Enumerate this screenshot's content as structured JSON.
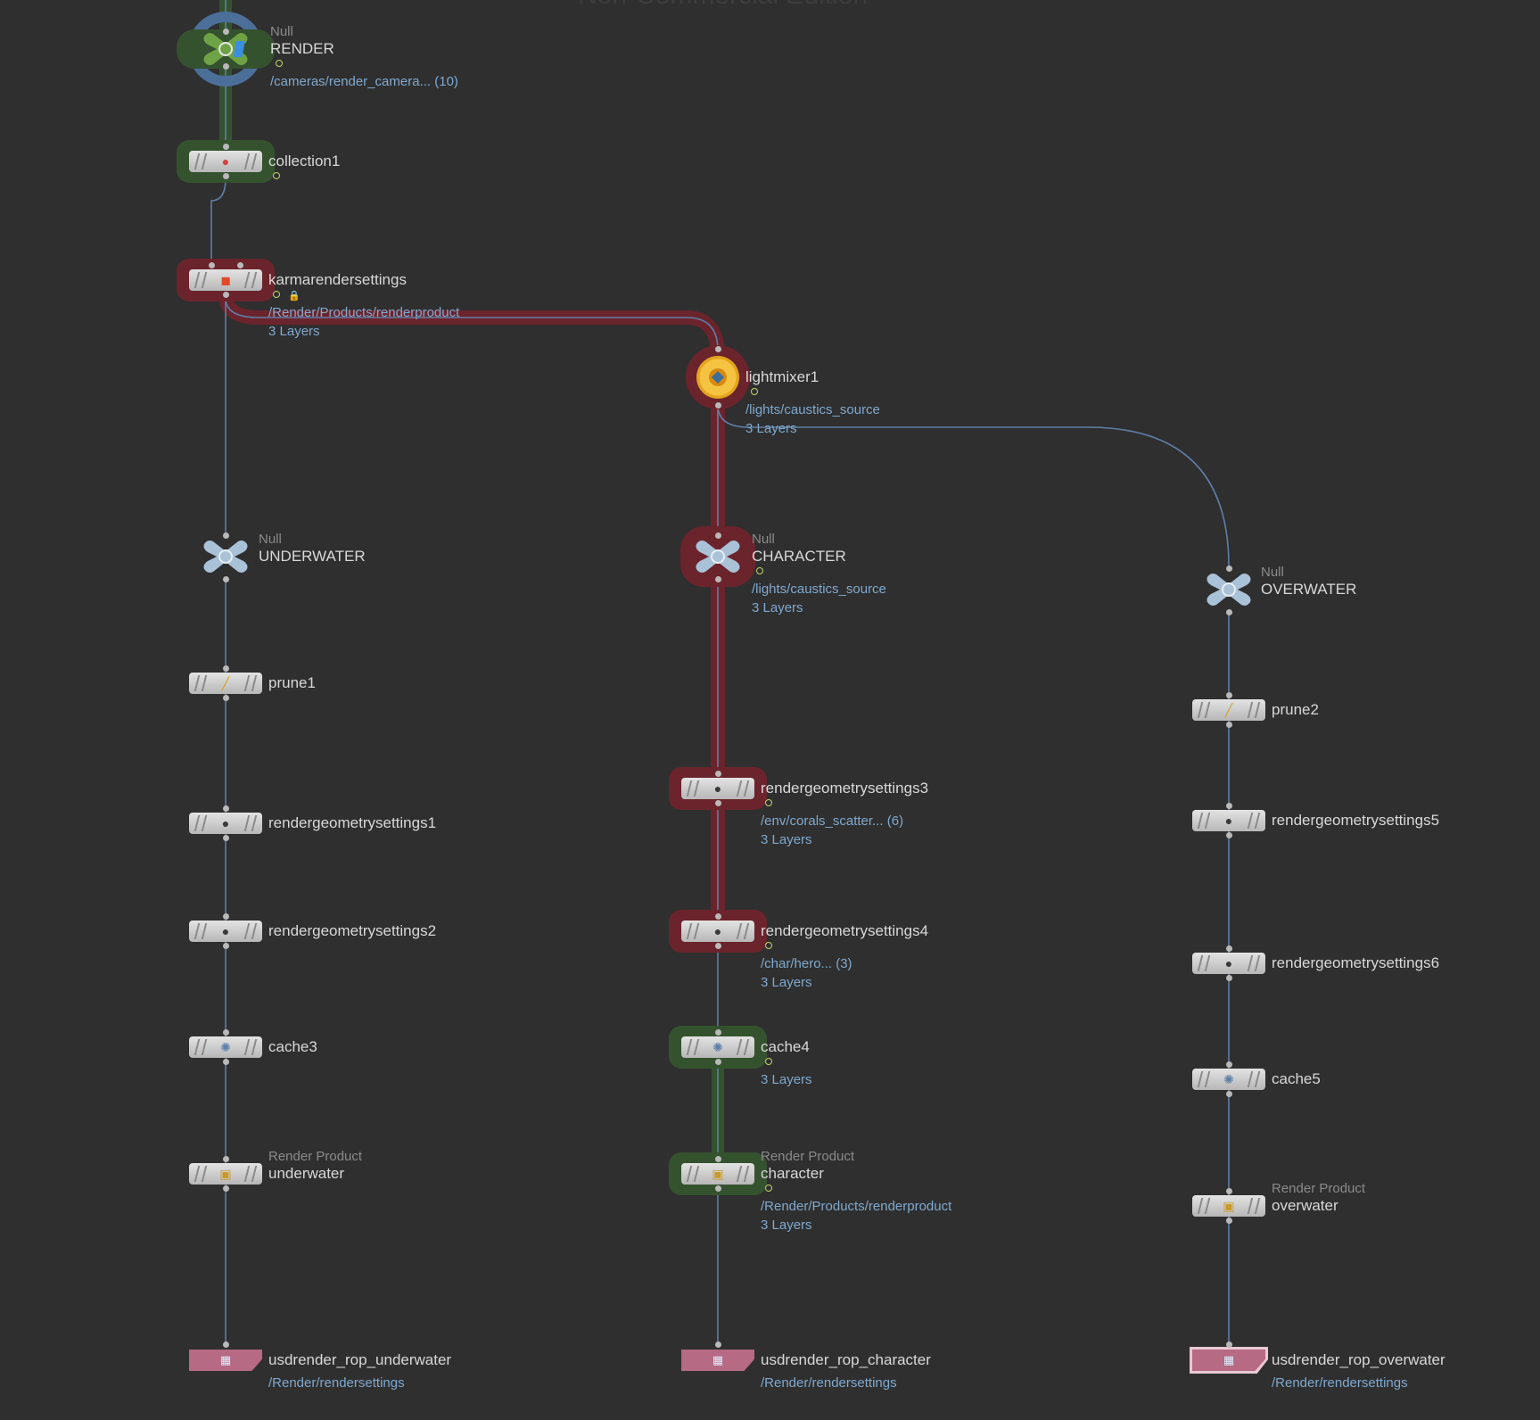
{
  "watermark": "Non-Commercial Edition",
  "colors": {
    "wire": "#5f7ea6",
    "red_path": "#6b242c",
    "green_path": "#35522f",
    "rop": "#b66a83"
  },
  "nodes": {
    "render": {
      "type": "Null",
      "name": "RENDER",
      "info1": "/cameras/render_camera... (10)",
      "icon": "null-icon"
    },
    "collection1": {
      "name": "collection1",
      "icon": "collection-icon"
    },
    "karmarendersettings": {
      "name": "karmarendersettings",
      "info1": "/Render/Products/renderproduct",
      "info2": "3 Layers",
      "icon": "karma-icon"
    },
    "lightmixer1": {
      "name": "lightmixer1",
      "info1": "/lights/caustics_source",
      "info2": "3 Layers",
      "icon": "lightmixer-icon"
    },
    "underwater_null": {
      "type": "Null",
      "name": "UNDERWATER",
      "icon": "null-icon"
    },
    "character_null": {
      "type": "Null",
      "name": "CHARACTER",
      "info1": "/lights/caustics_source",
      "info2": "3 Layers",
      "icon": "null-icon"
    },
    "overwater_null": {
      "type": "Null",
      "name": "OVERWATER",
      "icon": "null-icon"
    },
    "prune1": {
      "name": "prune1",
      "icon": "broom-icon"
    },
    "prune2": {
      "name": "prune2",
      "icon": "broom-icon"
    },
    "rgs1": {
      "name": "rendergeometrysettings1",
      "icon": "render-geometry-icon"
    },
    "rgs2": {
      "name": "rendergeometrysettings2",
      "icon": "render-geometry-icon"
    },
    "rgs3": {
      "name": "rendergeometrysettings3",
      "info1": "/env/corals_scatter... (6)",
      "info2": "3 Layers",
      "icon": "render-geometry-icon"
    },
    "rgs4": {
      "name": "rendergeometrysettings4",
      "info1": "/char/hero... (3)",
      "info2": "3 Layers",
      "icon": "render-geometry-icon"
    },
    "rgs5": {
      "name": "rendergeometrysettings5",
      "icon": "render-geometry-icon"
    },
    "rgs6": {
      "name": "rendergeometrysettings6",
      "icon": "render-geometry-icon"
    },
    "cache3": {
      "name": "cache3",
      "icon": "cache-icon"
    },
    "cache4": {
      "name": "cache4",
      "info1": "3 Layers",
      "icon": "cache-icon"
    },
    "cache5": {
      "name": "cache5",
      "icon": "cache-icon"
    },
    "rp_underwater": {
      "type": "Render Product",
      "name": "underwater",
      "icon": "render-product-icon"
    },
    "rp_character": {
      "type": "Render Product",
      "name": "character",
      "info1": "/Render/Products/renderproduct",
      "info2": "3 Layers",
      "icon": "render-product-icon"
    },
    "rp_overwater": {
      "type": "Render Product",
      "name": "overwater",
      "icon": "render-product-icon"
    },
    "rop_underwater": {
      "name": "usdrender_rop_underwater",
      "info1": "/Render/rendersettings",
      "icon": "rop-icon"
    },
    "rop_character": {
      "name": "usdrender_rop_character",
      "info1": "/Render/rendersettings",
      "icon": "rop-icon"
    },
    "rop_overwater": {
      "name": "usdrender_rop_overwater",
      "info1": "/Render/rendersettings",
      "icon": "rop-icon"
    }
  }
}
